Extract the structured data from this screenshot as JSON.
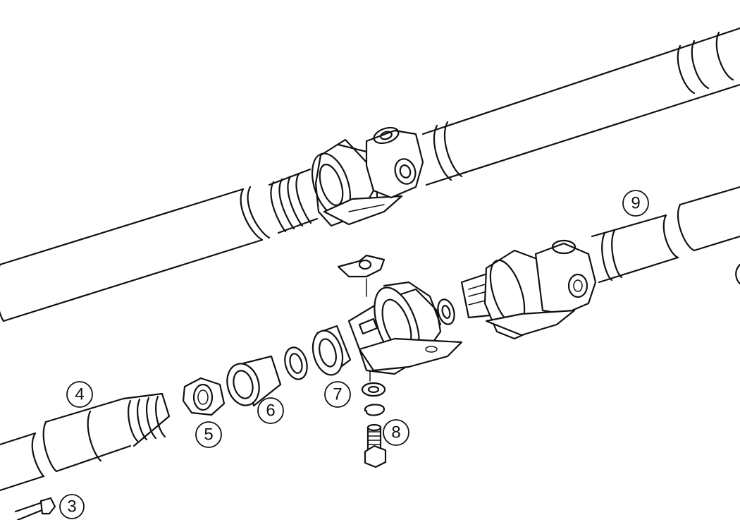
{
  "callouts": [
    {
      "id": "3",
      "label": "3"
    },
    {
      "id": "4",
      "label": "4"
    },
    {
      "id": "5",
      "label": "5"
    },
    {
      "id": "6",
      "label": "6"
    },
    {
      "id": "7",
      "label": "7"
    },
    {
      "id": "8",
      "label": "8"
    },
    {
      "id": "9",
      "label": "9"
    }
  ]
}
